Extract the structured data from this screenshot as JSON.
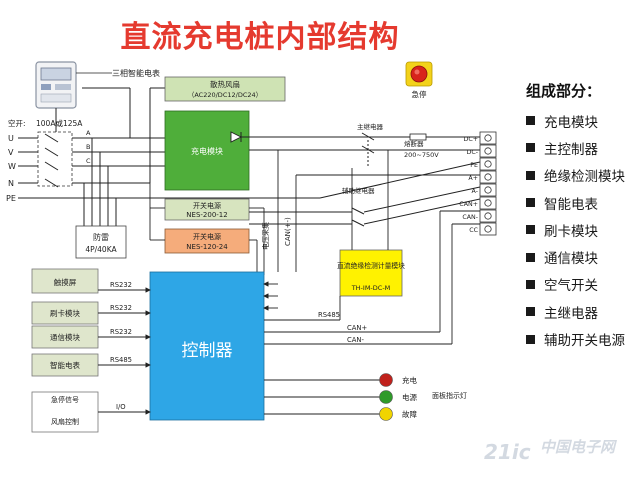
{
  "title": "直流充电桩内部结构",
  "blocks": {
    "meter_top": "三相智能电表",
    "fan": "散热风扇",
    "fan_spec": "（AC220/DC12/DC24）",
    "charge_module": "充电模块",
    "breaker": "空开:",
    "breaker_spec": "100A或125A",
    "psu1": "开关电源",
    "psu1_model": "NES-200-12",
    "psu2": "开关电源",
    "psu2_model": "NES-120-24",
    "surge": "防雷",
    "surge_spec": "4P/40KA",
    "insulation": "直流绝缘检测计量模块",
    "insulation_model": "TH-IM-DC-M",
    "controller": "控制器",
    "touchscreen": "触摸屏",
    "card": "刷卡模块",
    "comm": "通信模块",
    "smart_meter": "智能电表",
    "estop_signal": "急停信号",
    "fan_control": "风扇控制",
    "estop": "急停",
    "main_relay": "主继电器",
    "fuse": "熔断器",
    "fuse_spec": "200~750V",
    "aux_relay": "辅助继电器",
    "panel_lights": "面板指示灯"
  },
  "line_labels": {
    "U": "U",
    "V": "V",
    "W": "W",
    "N": "N",
    "PE": "PE",
    "A": "A",
    "B": "B",
    "C": "C",
    "rs232_1": "RS232",
    "rs232_2": "RS232",
    "rs232_3": "RS232",
    "rs485_meter": "RS485",
    "io": "I/O",
    "rs485_ins": "RS485",
    "can_plus": "CAN+",
    "can_minus": "CAN-",
    "can_vert": "CAN(+-)",
    "voltage_sample": "电压采集"
  },
  "terminals": [
    "DC+",
    "DC-",
    "PE",
    "A+",
    "A-",
    "CAN+",
    "CAN-",
    "CC"
  ],
  "lights": [
    {
      "label": "充电",
      "color": "#c0211c"
    },
    {
      "label": "电源",
      "color": "#2f9a2a"
    },
    {
      "label": "故障",
      "color": "#f0d400"
    }
  ],
  "colors": {
    "title": "#e53a2f",
    "charge_module": "#4fae3a",
    "fan": "#cfe3b4",
    "psu1": "#d7e4bf",
    "psu2": "#f5ac7b",
    "controller": "#2ea6e6",
    "insulation": "#fff200",
    "side_box": "#dfe6cc",
    "estop_red": "#d8231b"
  },
  "legend": {
    "title": "组成部分：",
    "items": [
      "充电模块",
      "主控制器",
      "绝缘检测模块",
      "智能电表",
      "刷卡模块",
      "通信模块",
      "空气开关",
      "主继电器",
      "辅助开关电源"
    ]
  },
  "watermark": {
    "text1": "21ic",
    "text2": "中国电子网"
  }
}
